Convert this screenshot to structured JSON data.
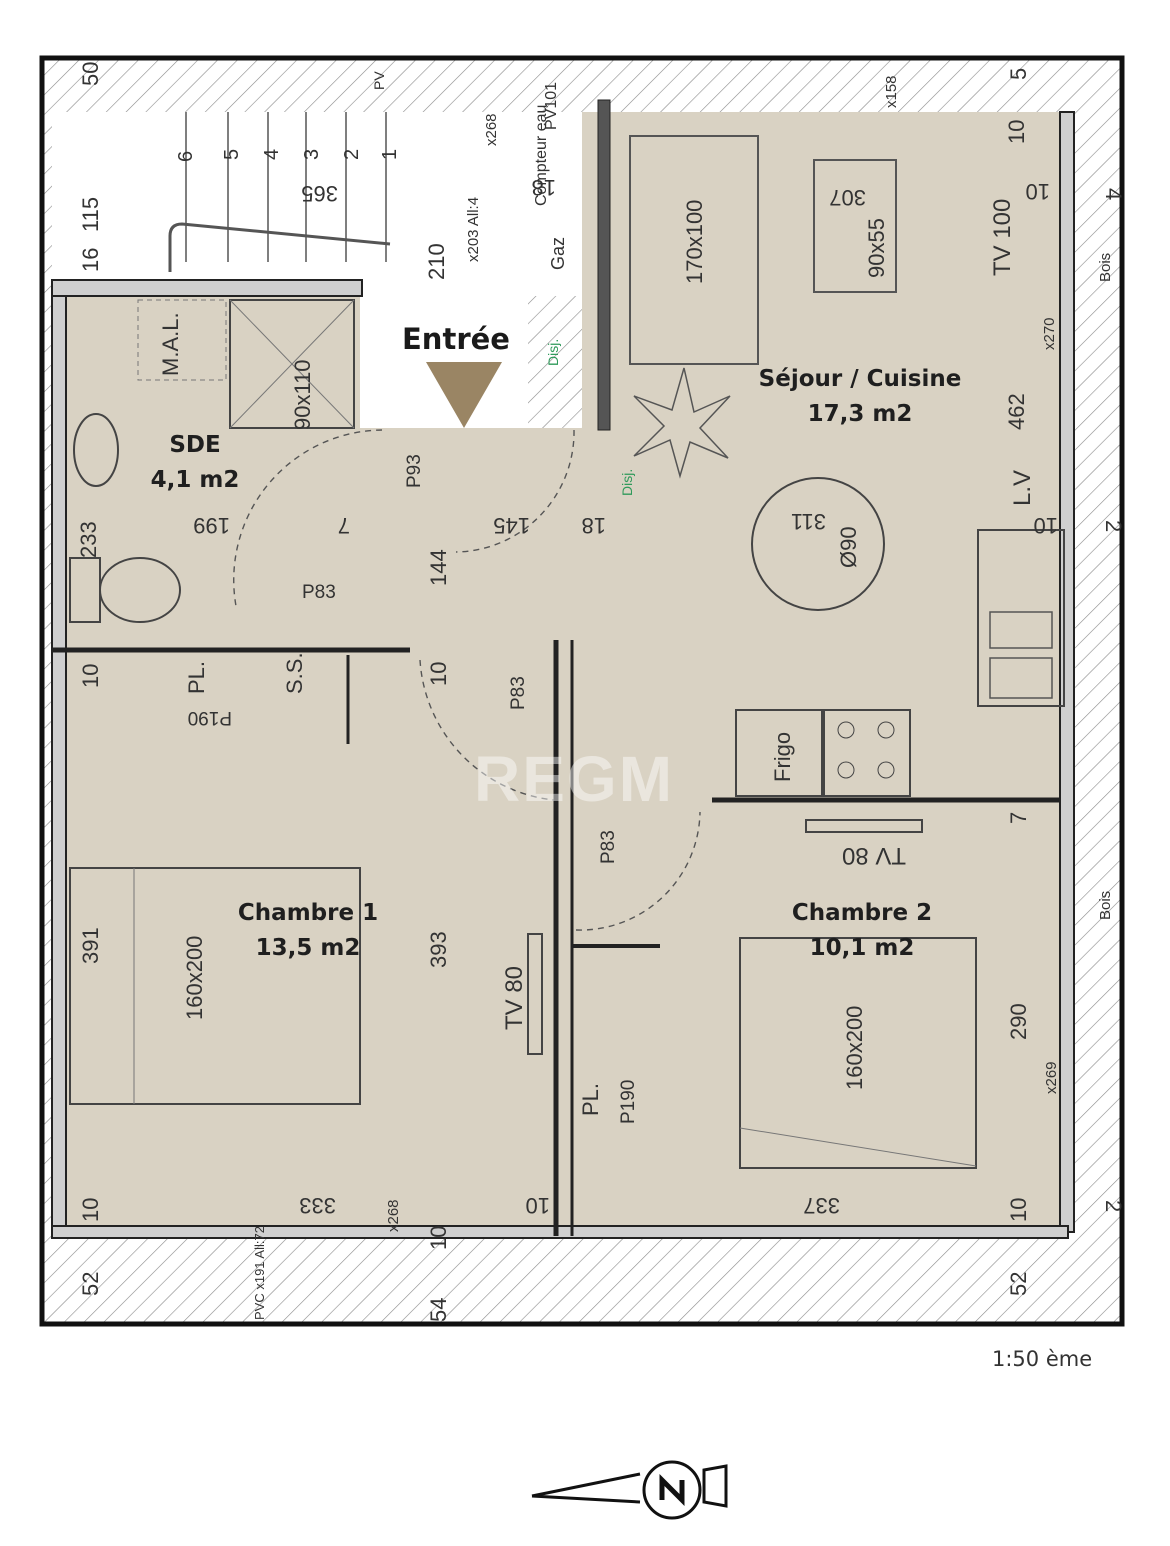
{
  "rooms": {
    "sde": {
      "name": "SDE",
      "area": "4,1 m2"
    },
    "sejour": {
      "name": "Séjour / Cuisine",
      "area": "17,3 m2"
    },
    "chambre1": {
      "name": "Chambre 1",
      "area": "13,5 m2"
    },
    "chambre2": {
      "name": "Chambre 2",
      "area": "10,1 m2"
    }
  },
  "entry_label": "Entrée",
  "scale": "1:50 ème",
  "watermark": "REGM",
  "fixtures": {
    "mal": "M.A.L.",
    "shower": "90x110",
    "compteur": "Compteur eau",
    "gaz": "Gaz",
    "disj": "Disj.",
    "sofa": "170x100",
    "table_low": "90x55",
    "table_round": "Ø90",
    "tv_salon": "TV 100",
    "lv": "L.V",
    "frigo": "Frigo",
    "tv_ch2": "TV 80",
    "tv_ch1": "TV 80",
    "bed1": "160x200",
    "bed2": "160x200",
    "pl": "PL.",
    "ss": "S.S.",
    "bois": "Bois",
    "pvc_top": "PV",
    "pvc_bottom": "PVC x191 All:72"
  },
  "door_labels": {
    "p93": "P93",
    "p83a": "P83",
    "p83b": "P83",
    "p83c": "P83",
    "p190a": "P190",
    "p190b": "P190",
    "pv101": "PV101"
  },
  "dimensions": {
    "d50": "50",
    "d5": "5",
    "d115": "115",
    "d16": "16",
    "d365": "365",
    "d210": "210",
    "dx268a": "x268",
    "dx203": "x203 All:4",
    "d18a": "18",
    "d307": "307",
    "dx158": "x158",
    "d10a": "10",
    "d10b": "10",
    "d4": "4",
    "dx270": "x270",
    "d462": "462",
    "d233": "233",
    "d199": "199",
    "d7a": "7",
    "d145": "145",
    "d18b": "18",
    "d311": "311",
    "d10c": "10",
    "d2a": "2",
    "d144": "144",
    "d10d": "10",
    "d10e": "10",
    "d7b": "7",
    "d391": "391",
    "d393": "393",
    "d290": "290",
    "dx269": "x269",
    "d10f": "10",
    "d333": "333",
    "dx268b": "x268",
    "d10g": "10",
    "d337": "337",
    "d10h": "10",
    "d2b": "2",
    "d52a": "52",
    "d10i": "10",
    "d54": "54",
    "d52b": "52",
    "stairs": [
      "6",
      "5",
      "4",
      "3",
      "2",
      "1"
    ]
  }
}
